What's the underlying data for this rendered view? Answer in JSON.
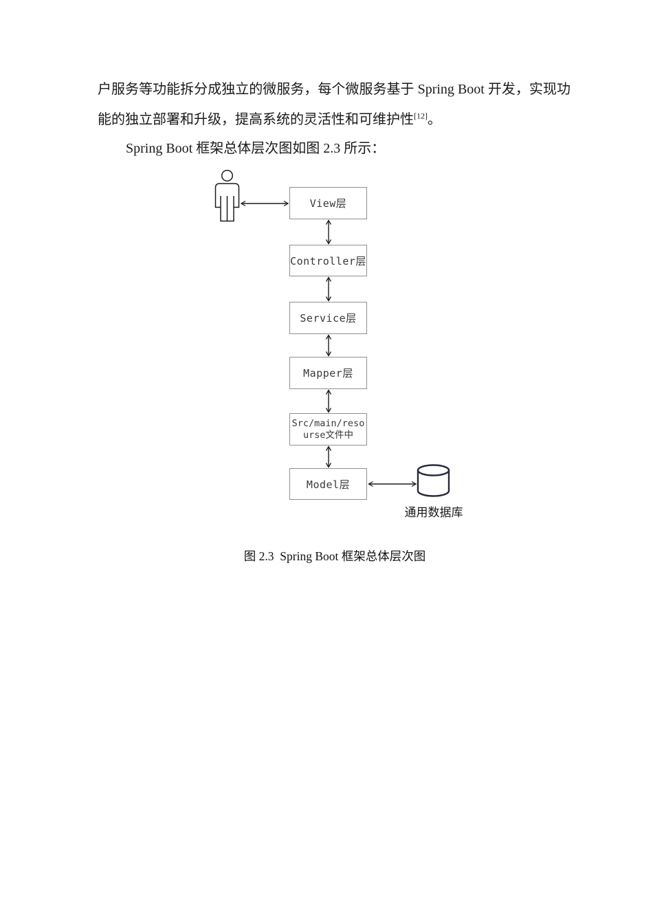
{
  "document": {
    "paragraph1": {
      "line1": "户服务等功能拆分成独立的微服务，每个微服务基于 Spring Boot 开发，实现功",
      "line2": "能的独立部署和升级，提高系统的灵活性和可维护性",
      "citation": "[12]",
      "line2_end": "。"
    },
    "paragraph2": "Spring Boot 框架总体层次图如图 2.3 所示：",
    "figure_caption": "图 2.3  Spring Boot 框架总体层次图"
  },
  "diagram": {
    "boxes": [
      {
        "label": "View层"
      },
      {
        "label": "Controller层"
      },
      {
        "label": "Service层"
      },
      {
        "label": "Mapper层"
      },
      {
        "label": "Src/main/resourse文件中",
        "label_lines": [
          "Src/main/reso",
          "urse文件中"
        ]
      },
      {
        "label": "Model层"
      }
    ],
    "database_label": "通用数据库",
    "connections": [
      {
        "from": "user-actor",
        "to": "View层",
        "bidirectional": true
      },
      {
        "from": "View层",
        "to": "Controller层",
        "bidirectional": true
      },
      {
        "from": "Controller层",
        "to": "Service层",
        "bidirectional": true
      },
      {
        "from": "Service层",
        "to": "Mapper层",
        "bidirectional": true
      },
      {
        "from": "Mapper层",
        "to": "Src/main/resourse文件中",
        "bidirectional": true
      },
      {
        "from": "Src/main/resourse文件中",
        "to": "Model层",
        "bidirectional": true
      },
      {
        "from": "Model层",
        "to": "通用数据库",
        "bidirectional": true
      }
    ],
    "colors": {
      "box_border": "#8f8f8f",
      "box_text": "#383838",
      "arrow": "#1c1c1c",
      "database_outline": "#252b38",
      "body_text": "#1a1a1a"
    }
  }
}
